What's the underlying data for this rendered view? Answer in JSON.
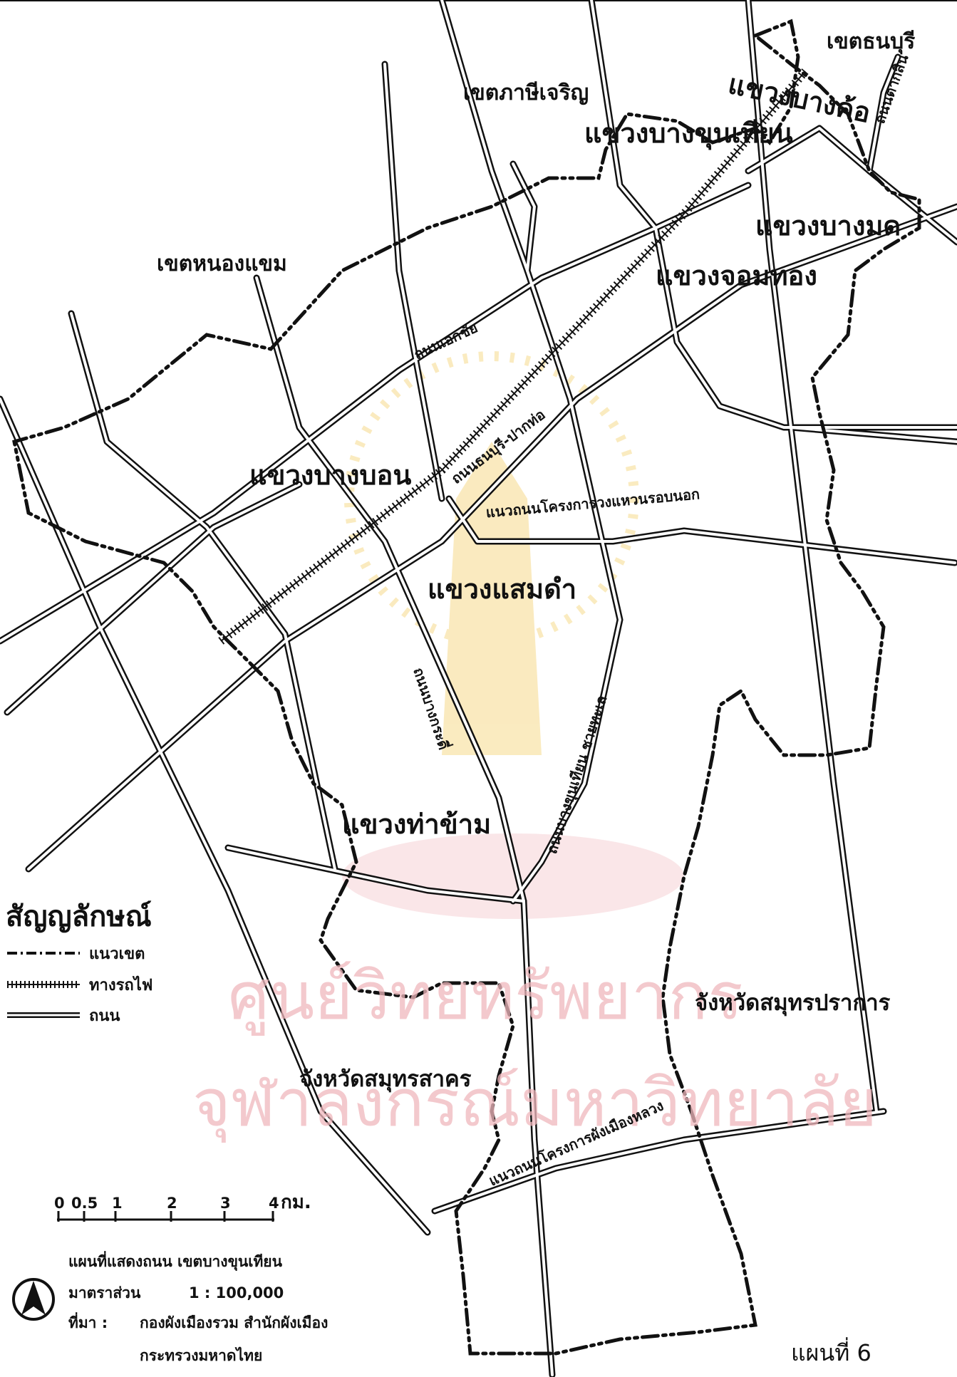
{
  "districts_outside": {
    "phasi_charoen": "เขตภาษีเจริญ",
    "thonburi": "เขตธนบุรี",
    "nong_khaem": "เขตหนองแขม"
  },
  "subdistricts": {
    "bang_khun_thian": "แขวงบางขุนเทียน",
    "bang_kho": "แขวงบางค้อ",
    "bang_mot": "แขวงบางมด",
    "chom_thong": "แขวงจอมทอง",
    "bang_bon": "แขวงบางบอน",
    "samae_dam": "แขวงแสมดำ",
    "tha_kham": "แขวงท่าข้าม"
  },
  "provinces": {
    "samut_prakan": "จังหวัดสมุทรปราการ",
    "samut_sakhon": "จังหวัดสมุทรสาคร"
  },
  "road_names": {
    "ekkachai": "ถนนเอกชัย",
    "thonburi_paknam": "ถนนธนบุรี-ปากท่อ",
    "outer_ring_project": "แนวถนนโครงการวงแหวนรอบนอก",
    "bang_kradi": "ถนนบางกระดี่",
    "bang_khun_thian_chai_thale": "ถนนบางขุนเทียน ชายทะเล",
    "tak_sin": "ถนนตากสิน",
    "phang_mueang_luang_project": "แนวถนนโครงการผังเมืองหลวง"
  },
  "legend": {
    "title": "สัญญลักษณ์",
    "items": [
      {
        "symbol": "boundary-line",
        "label": "แนวเขต"
      },
      {
        "symbol": "railway",
        "label": "ทางรถไฟ"
      },
      {
        "symbol": "road",
        "label": "ถนน"
      }
    ]
  },
  "scale_bar": {
    "ticks": [
      "0",
      "0.5",
      "1",
      "2",
      "3",
      "4"
    ],
    "unit": "กม."
  },
  "map_info": {
    "title": "แผนที่แสดงถนน เขตบางขุนเทียน",
    "scale_label": "มาตราส่วน",
    "scale_value": "1 : 100,000",
    "source_label": "ที่มา :",
    "source_line1": "กองผังเมืองรวม สำนักผังเมือง",
    "source_line2": "กระทรวงมหาดไทย"
  },
  "map_number": "แผนที่ 6",
  "watermark": {
    "line1": "ศูนย์วิทยทรัพยากร",
    "line2": "จุฬาลงกรณ์มหาวิทยาลัย"
  },
  "colors": {
    "ink": "#111111",
    "watermark": "#f0b8bd",
    "background": "#ffffff"
  }
}
